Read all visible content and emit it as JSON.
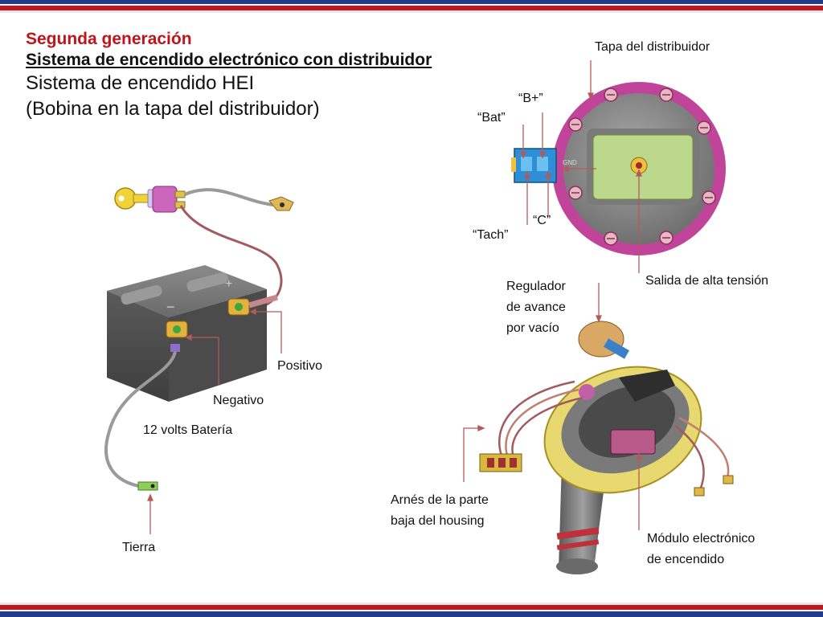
{
  "title": {
    "line1": "Segunda generación",
    "line2": "Sistema de encendido electrónico con distribuidor",
    "line3": "Sistema de encendido HEI",
    "line4": "(Bobina en la tapa del distribuidor)"
  },
  "battery": {
    "positive": "Positivo",
    "negative": "Negativo",
    "battery": "12 volts Batería",
    "ground": "Tierra",
    "plus_sign": "+",
    "minus_sign": "−"
  },
  "cap": {
    "cap_label": "Tapa del distribuidor",
    "bplus": "“B+”",
    "bat": "“Bat”",
    "c": "“C”",
    "tach": "“Tach”",
    "gnd": "GND",
    "hv_out": "Salida de alta tensión"
  },
  "distributor": {
    "vacuum_1": "Regulador",
    "vacuum_2": "de avance",
    "vacuum_3": "por vacío",
    "harness_1": "Arnés de la parte",
    "harness_2": "baja del housing",
    "module_1": "Módulo electrónico",
    "module_2": "de encendido"
  },
  "colors": {
    "title_red": "#c0141b",
    "callout_line": "#b55a5a",
    "cap_magenta": "#c0449a",
    "coil_green": "#bcd88c",
    "connector_blue": "#2e8fd6"
  }
}
